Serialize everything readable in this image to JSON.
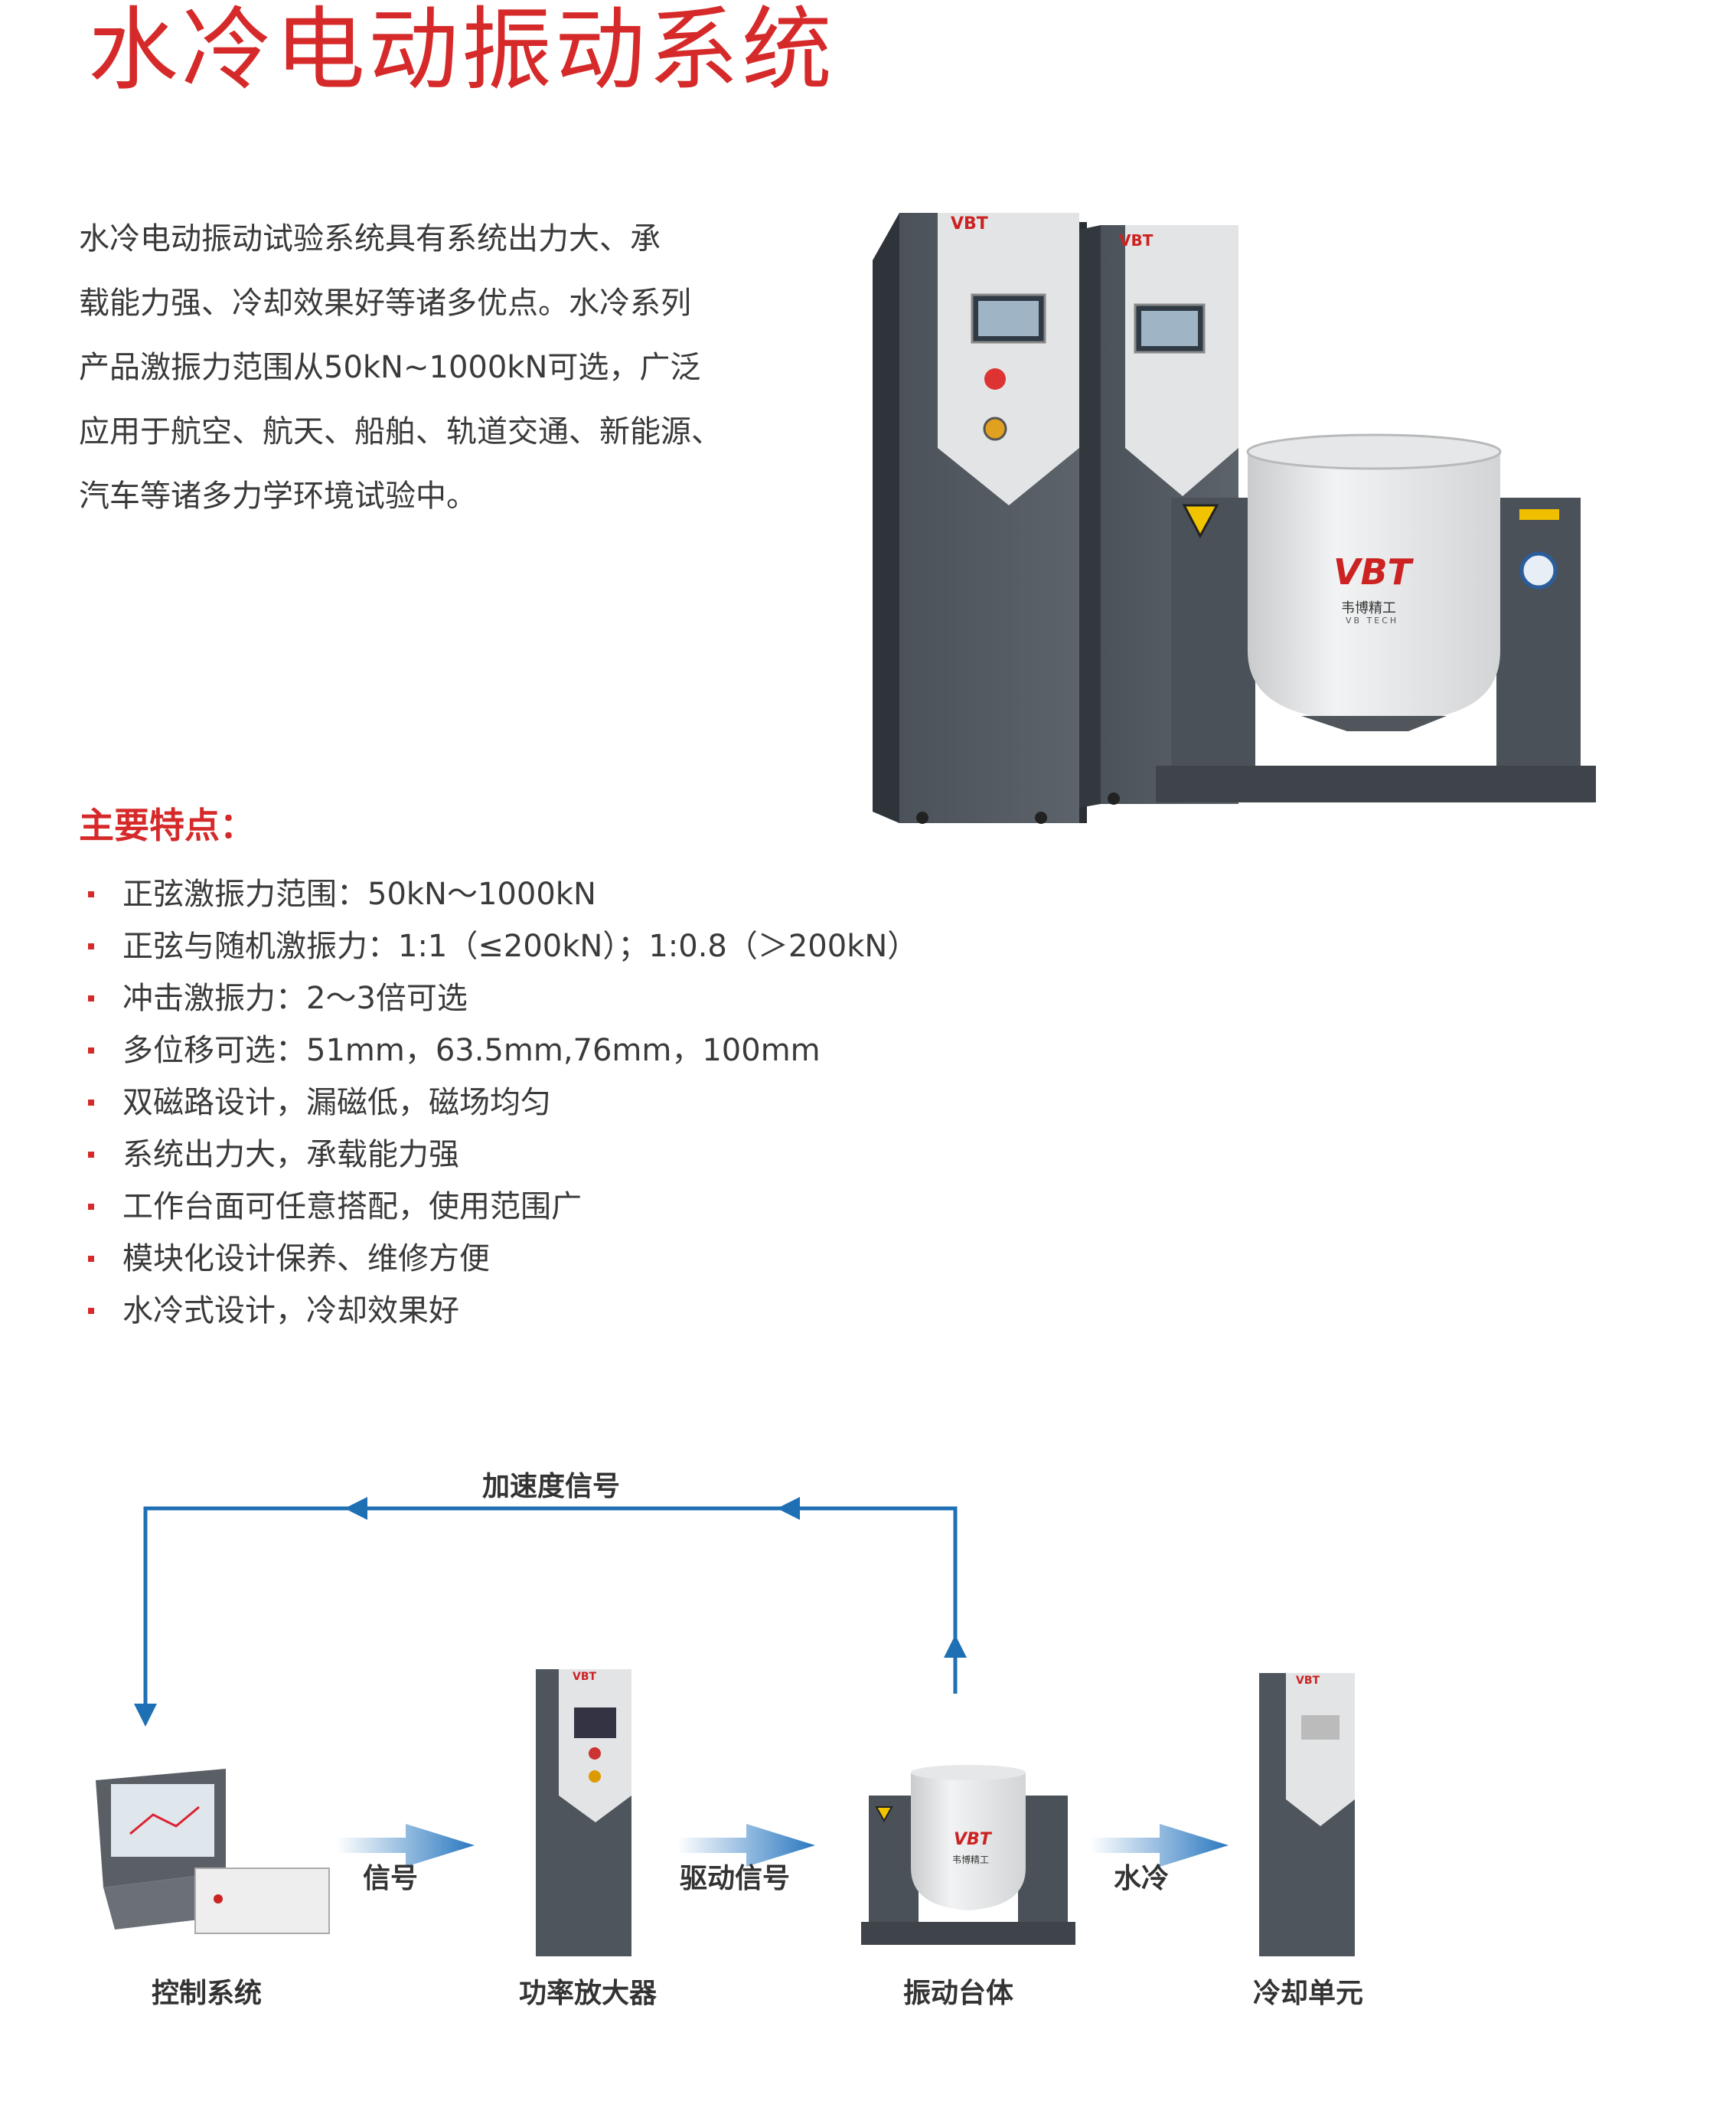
{
  "title": "水冷电动振动系统",
  "intro": {
    "lines": [
      "水冷电动振动试验系统具有系统出力大、承",
      "载能力强、冷却效果好等诸多优点。水冷系列",
      "产品激振力范围从50kN~1000kN可选，广泛",
      "应用于航空、航天、船舶、轨道交通、新能源、",
      "汽车等诸多力学环境试验中。"
    ]
  },
  "features": {
    "heading": "主要特点：",
    "items": [
      "正弦激振力范围：50kN～1000kN",
      "正弦与随机激振力：1:1（≤200kN）；1:0.8（＞200kN）",
      "冲击激振力：2～3倍可选",
      "多位移可选：51mm，63.5mm,76mm，100mm",
      "双磁路设计，漏磁低，磁场均匀",
      "系统出力大，承载能力强",
      "工作台面可任意搭配，使用范围广",
      "模块化设计保养、维修方便",
      "水冷式设计，冷却效果好"
    ]
  },
  "brand": {
    "logo": "VBT",
    "name": "韦博精工",
    "sub": "VB TECH"
  },
  "diagram": {
    "feedback_label": "加速度信号",
    "arrow_labels": [
      "信号",
      "驱动信号",
      "水冷"
    ],
    "captions": [
      "控制系统",
      "功率放大器",
      "振动台体",
      "冷却单元"
    ]
  },
  "colors": {
    "accent_red": "#d62a2a",
    "arrow_blue": "#1f6fb5",
    "cabinet_dark": "#4a5058",
    "panel_light": "#e8e9ea"
  }
}
